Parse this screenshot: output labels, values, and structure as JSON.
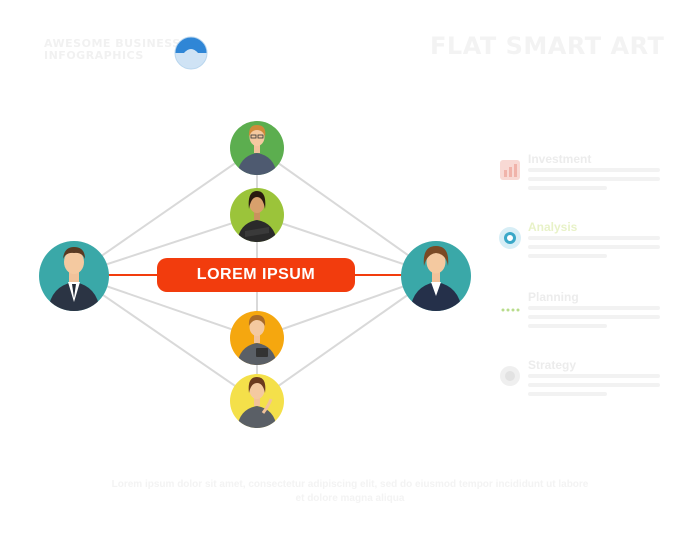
{
  "header": {
    "brand_line1": "AWESOME BUSINESS",
    "brand_line2": "INFOGRAPHICS",
    "title": "FLAT SMART ART"
  },
  "diagram": {
    "center_label": "LOREM IPSUM",
    "people": [
      {
        "id": "left-man",
        "role": "man in suit",
        "bg": "#3aa8a8"
      },
      {
        "id": "right-woman",
        "role": "woman in suit",
        "bg": "#3aa8a8"
      },
      {
        "id": "top-woman-glasses",
        "role": "woman with glasses",
        "bg": "#5cae4f"
      },
      {
        "id": "woman-crossed-arms",
        "role": "woman with crossed arms",
        "bg": "#9bc43a"
      },
      {
        "id": "woman-tablet",
        "role": "woman with tablet",
        "bg": "#f5a70f"
      },
      {
        "id": "woman-thinking",
        "role": "woman thinking",
        "bg": "#f4e04a"
      }
    ],
    "line_color": "#d9d9d9",
    "connector_color": "#f23c0d"
  },
  "legend": [
    {
      "title": "Investment",
      "icon": "chart-icon",
      "color": "#e04c3c"
    },
    {
      "title": "Analysis",
      "icon": "globe-icon",
      "color": "#3aa8c8"
    },
    {
      "title": "Planning",
      "icon": "dots-icon",
      "color": "#8ac43a"
    },
    {
      "title": "Strategy",
      "icon": "target-icon",
      "color": "#666666"
    }
  ],
  "footer": {
    "text": "Lorem ipsum dolor sit amet, consectetur adipiscing elit, sed do eiusmod tempor incididunt ut labore et dolore magna aliqua"
  }
}
